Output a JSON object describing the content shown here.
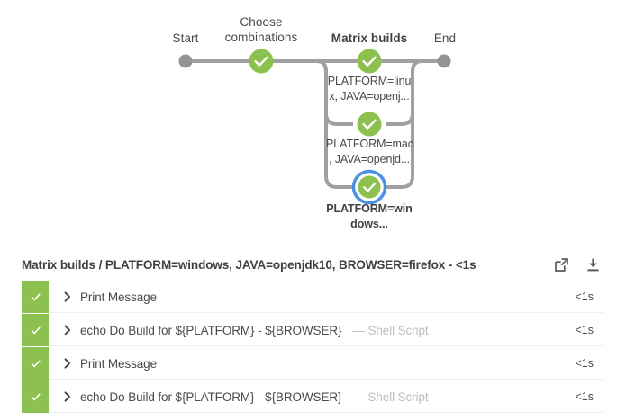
{
  "pipeline": {
    "stages": [
      {
        "name": "start",
        "label": "Start",
        "type": "dot",
        "selected": false
      },
      {
        "name": "choose",
        "label": "Choose\ncombinations",
        "type": "check",
        "selected": false
      },
      {
        "name": "matrix",
        "label": "Matrix builds",
        "type": "check",
        "selected": true
      },
      {
        "name": "end",
        "label": "End",
        "type": "dot",
        "selected": false
      }
    ],
    "branches": [
      {
        "label": "PLATFORM=linu\nx, JAVA=openj...",
        "selected": false
      },
      {
        "label": "PLATFORM=mac\n, JAVA=openjd...",
        "selected": false
      },
      {
        "label": "PLATFORM=win\ndows...",
        "selected": true
      }
    ],
    "colors": {
      "success": "#8cc04f",
      "idle": "#949393",
      "connector": "#a0a0a0",
      "selection_ring": "#4a90e2"
    }
  },
  "result_header": {
    "title": "Matrix builds / PLATFORM=windows, JAVA=openjdk10, BROWSER=firefox - <1s",
    "actions": [
      {
        "name": "open-in-new-window",
        "icon": "external-link-icon"
      },
      {
        "name": "download-logs",
        "icon": "download-icon"
      }
    ]
  },
  "steps": [
    {
      "status": "success",
      "title": "Print Message",
      "type": "",
      "duration": "<1s",
      "expanded": false
    },
    {
      "status": "success",
      "title": "echo Do Build for ${PLATFORM} - ${BROWSER}",
      "type": "— Shell Script",
      "duration": "<1s",
      "expanded": false
    },
    {
      "status": "success",
      "title": "Print Message",
      "type": "",
      "duration": "<1s",
      "expanded": false
    },
    {
      "status": "success",
      "title": "echo Do Build for ${PLATFORM} - ${BROWSER}",
      "type": "— Shell Script",
      "duration": "<1s",
      "expanded": false
    }
  ]
}
